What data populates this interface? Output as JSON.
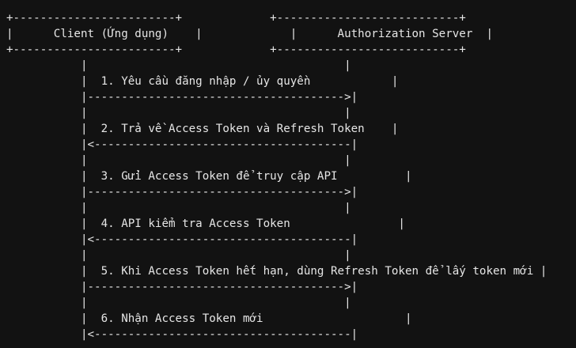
{
  "diagram": {
    "lines": [
      "+------------------------+             +---------------------------+",
      "|      Client (Ứng dụng)    |             |      Authorization Server  |",
      "+------------------------+             +---------------------------+",
      "           |                                      |",
      "           |  1. Yêu cầu đăng nhập / ủy quyền            |",
      "           |-------------------------------------->|",
      "           |                                      |",
      "           |  2. Trả về Access Token và Refresh Token    |",
      "           |<--------------------------------------|",
      "           |                                      |",
      "           |  3. Gửi Access Token để truy cập API          |",
      "           |-------------------------------------->|",
      "           |                                      |",
      "           |  4. API kiểm tra Access Token                |",
      "           |<--------------------------------------|",
      "           |                                      |",
      "           |  5. Khi Access Token hết hạn, dùng Refresh Token để lấy token mới |",
      "           |-------------------------------------->|",
      "           |                                      |",
      "           |  6. Nhận Access Token mới                     |",
      "           |<--------------------------------------|"
    ]
  }
}
